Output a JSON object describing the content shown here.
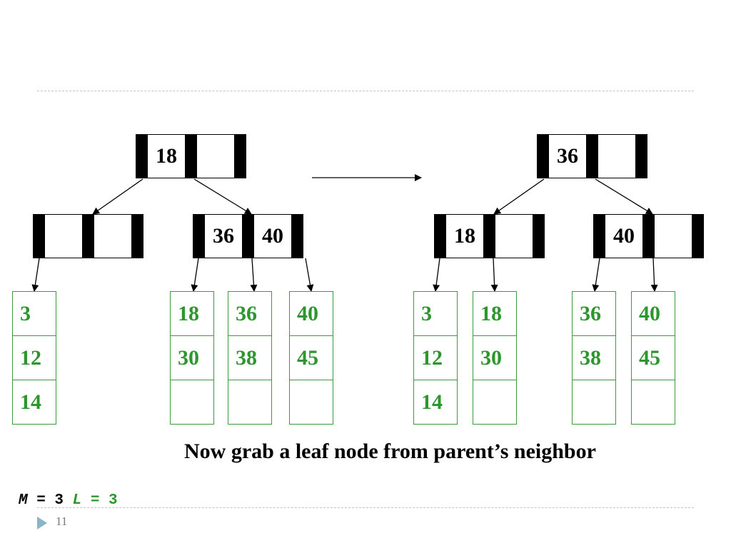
{
  "before": {
    "root": [
      "18",
      ""
    ],
    "left_internal": [
      "",
      ""
    ],
    "right_internal": [
      "36",
      "40"
    ],
    "leaves": [
      [
        "3",
        "12",
        "14"
      ],
      [
        "18",
        "30",
        ""
      ],
      [
        "36",
        "38",
        ""
      ],
      [
        "40",
        "45",
        ""
      ]
    ]
  },
  "after": {
    "root": [
      "36",
      ""
    ],
    "left_internal": [
      "18",
      ""
    ],
    "right_internal": [
      "40",
      ""
    ],
    "leaves": [
      [
        "3",
        "12",
        "14"
      ],
      [
        "18",
        "30",
        ""
      ],
      [
        "36",
        "38",
        ""
      ],
      [
        "40",
        "45",
        ""
      ]
    ]
  },
  "caption": "Now grab a leaf node from parent’s neighbor",
  "params": {
    "m_label": "M",
    "m_eq": " = 3 ",
    "l_label": "L",
    "l_eq": " = 3"
  },
  "slide_number": "11"
}
